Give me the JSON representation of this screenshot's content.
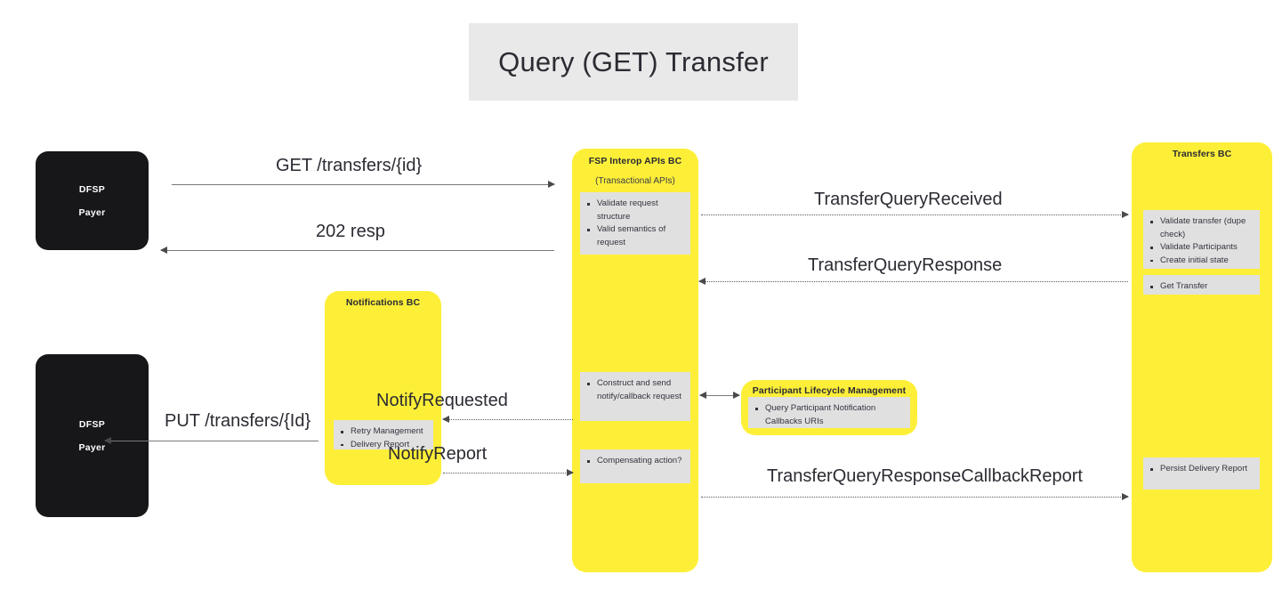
{
  "diagram": {
    "title": "Query (GET) Transfer"
  },
  "actors": [
    {
      "id": "dfsp-payer-top",
      "line1": "DFSP",
      "line2": "Payer"
    },
    {
      "id": "dfsp-payer-bottom",
      "line1": "DFSP",
      "line2": "Payer"
    }
  ],
  "lanes": [
    {
      "id": "fsp-interop-apis-bc",
      "title": "FSP Interop APIs BC",
      "subtitle": "(Transactional APIs)",
      "notes": [
        {
          "id": "validate-request",
          "items": [
            "Validate request structure",
            "Valid semantics of request"
          ]
        },
        {
          "id": "construct-notify",
          "items": [
            "Construct and send notify/callback request"
          ]
        },
        {
          "id": "compensating",
          "items": [
            "Compensating action?"
          ]
        }
      ]
    },
    {
      "id": "transfers-bc",
      "title": "Transfers BC",
      "subtitle": "",
      "notes": [
        {
          "id": "validate-transfer",
          "items": [
            "Validate transfer (dupe check)",
            "Validate Participants",
            "Create initial state"
          ]
        },
        {
          "id": "get-transfer",
          "items": [
            "Get Transfer"
          ]
        },
        {
          "id": "persist-delivery",
          "items": [
            "Persist Delivery Report"
          ]
        }
      ]
    },
    {
      "id": "notifications-bc",
      "title": "Notifications BC",
      "subtitle": "",
      "notes": [
        {
          "id": "retry-delivery",
          "items": [
            "Retry Management",
            "Delivery Report"
          ]
        }
      ]
    },
    {
      "id": "participant-lifecycle-management",
      "title": "Participant Lifecycle Management",
      "subtitle": "",
      "notes": [
        {
          "id": "query-participant",
          "items": [
            "Query Participant Notification Callbacks URIs"
          ]
        }
      ]
    }
  ],
  "flows": [
    {
      "id": "get-transfers",
      "label": "GET /transfers/{id}",
      "direction": "right",
      "style": "solid"
    },
    {
      "id": "resp-202",
      "label": "202 resp",
      "direction": "left",
      "style": "solid"
    },
    {
      "id": "transfer-query-received",
      "label": "TransferQueryReceived",
      "direction": "right",
      "style": "dotted"
    },
    {
      "id": "transfer-query-response",
      "label": "TransferQueryResponse",
      "direction": "left",
      "style": "dotted"
    },
    {
      "id": "transfer-query-response-callback-report",
      "label": "TransferQueryResponseCallbackReport",
      "direction": "right",
      "style": "dotted"
    },
    {
      "id": "notify-requested",
      "label": "NotifyRequested",
      "direction": "left",
      "style": "dotted"
    },
    {
      "id": "notify-report",
      "label": "NotifyReport",
      "direction": "right",
      "style": "dotted"
    },
    {
      "id": "put-transfers",
      "label": "PUT /transfers/{Id}",
      "direction": "left",
      "style": "solid"
    },
    {
      "id": "plm-lookup",
      "label": "",
      "direction": "both",
      "style": "solid"
    }
  ],
  "colors": {
    "lane": "#fdef38",
    "note": "#e0e0e0",
    "actor": "#17171a",
    "title_background": "#e9e9e9",
    "text": "#2b2b33"
  }
}
